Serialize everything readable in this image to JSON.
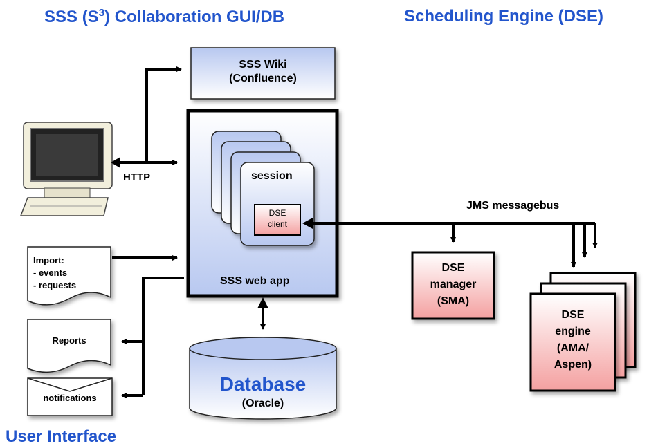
{
  "headers": {
    "left_prefix": "SSS (S",
    "left_sup": "3",
    "left_suffix": ") Collaboration GUI/DB",
    "right": "Scheduling Engine (DSE)",
    "bottom_left": "User Interface"
  },
  "wiki": {
    "line1": "SSS Wiki",
    "line2": "(Confluence)"
  },
  "webapp": {
    "label": "SSS web app",
    "session": "session",
    "client_line1": "DSE",
    "client_line2": "client"
  },
  "http_label": "HTTP",
  "import_doc": {
    "line1": "Import:",
    "line2": "- events",
    "line3": "- requests"
  },
  "reports_doc": {
    "label": "Reports"
  },
  "notifications_doc": {
    "label": "notifications"
  },
  "database": {
    "title": "Database",
    "subtitle": "(Oracle)"
  },
  "jms_label": "JMS messagebus",
  "manager": {
    "line1": "DSE",
    "line2": "manager",
    "line3": "(SMA)"
  },
  "engine": {
    "line1": "DSE",
    "line2": "engine",
    "line3": "(AMA/",
    "line4": "Aspen)"
  },
  "colors": {
    "header_blue": "#2255cc",
    "database_blue": "#2255cc",
    "box_blue": "#b8c8f0",
    "box_red": "#f4a0a0"
  }
}
